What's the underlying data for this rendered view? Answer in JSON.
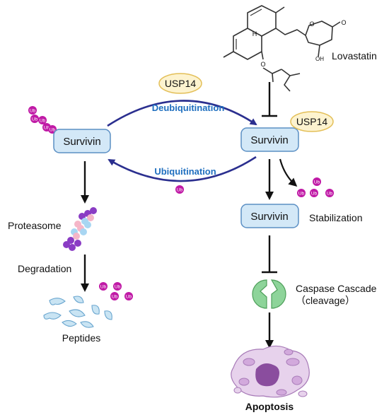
{
  "labels": {
    "lovastatin": "Lovastatin",
    "usp14_top": "USP14",
    "usp14_right": "USP14",
    "deubiquitination": "Deubiquitination",
    "ubiquitination": "Ubiquitination",
    "survivin_left": "Survivin",
    "survivin_right": "Survivin",
    "survivin_stable": "Survivin",
    "stabilization": "Stabilization",
    "proteasome": "Proteasome",
    "degradation": "Degradation",
    "peptides": "Peptides",
    "caspase_cascade": "Caspase Cascade",
    "cleavage": "（cleavage）",
    "apoptosis": "Apoptosis",
    "ub": "Ub",
    "chem_h": "H",
    "chem_o1": "O",
    "chem_o2": "O",
    "chem_o3": "O",
    "chem_oh": "OH"
  },
  "colors": {
    "protein_box_fill": "#d3e8f7",
    "protein_box_stroke": "#5b8fc4",
    "usp14_fill": "#fdf3cf",
    "usp14_stroke": "#e3bf58",
    "cycle_arrow": "#2b2f8f",
    "process_text": "#1f6fbf",
    "ub_fill": "#c01aa6",
    "caspase_green": "#8ed49a",
    "apoptosis_purple": "#8a4d9e"
  }
}
